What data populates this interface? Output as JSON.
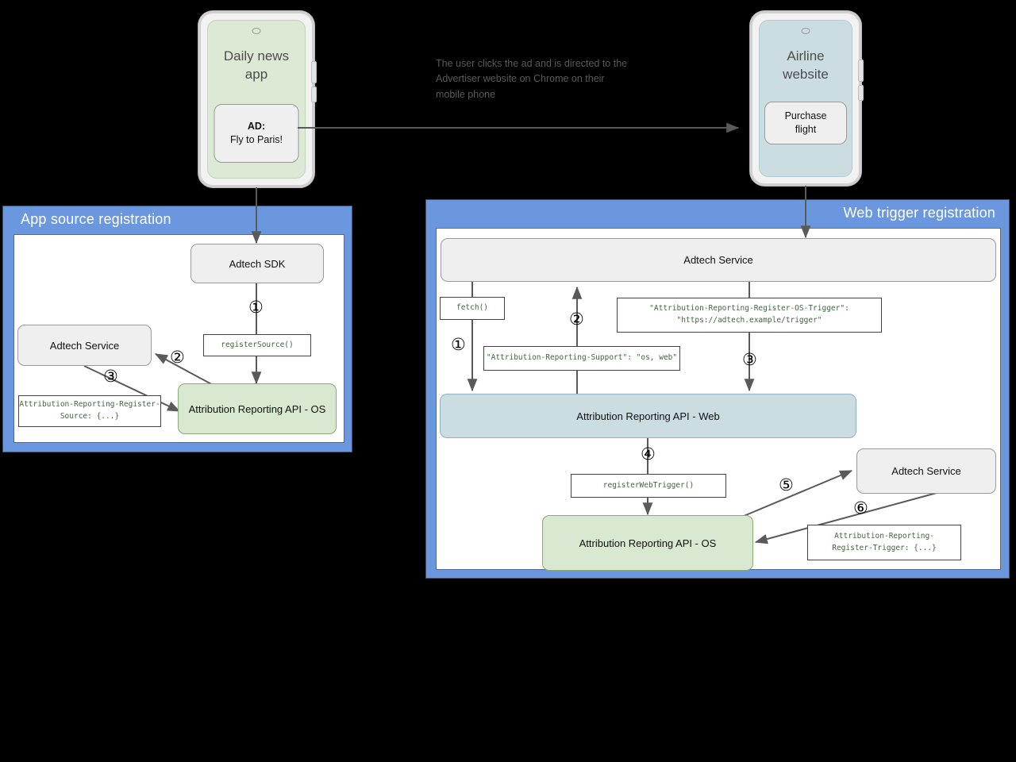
{
  "caption": "The user clicks the ad and is directed to the Advertiser website on Chrome on their mobile phone",
  "phones": {
    "left": {
      "title": "Daily news app",
      "ad_line1": "AD:",
      "ad_line2": "Fly to Paris!"
    },
    "right": {
      "title": "Airline website",
      "cta_line1": "Purchase",
      "cta_line2": "flight"
    }
  },
  "left_panel": {
    "title": "App source registration",
    "nodes": {
      "sdk": "Adtech SDK",
      "adtech_service": "Adtech Service",
      "api_os": "Attribution Reporting API - OS"
    },
    "codes": {
      "register_source": "registerSource()",
      "register_source_header_l1": "Attribution-Reporting-Register-",
      "register_source_header_l2": "Source: {...}"
    },
    "steps": {
      "s1": "①",
      "s2": "②",
      "s3": "③"
    }
  },
  "right_panel": {
    "title": "Web trigger registration",
    "nodes": {
      "adtech_service_top": "Adtech Service",
      "api_web": "Attribution Reporting API - Web",
      "api_os": "Attribution Reporting API - OS",
      "adtech_service_bottom": "Adtech Service"
    },
    "codes": {
      "fetch": "fetch()",
      "os_trigger_l1": "\"Attribution-Reporting-Register-OS-Trigger\":",
      "os_trigger_l2": "\"https://adtech.example/trigger\"",
      "support": "\"Attribution-Reporting-Support\": \"os, web\"",
      "register_web_trigger": "registerWebTrigger()",
      "register_trigger_l1": "Attribution-Reporting-",
      "register_trigger_l2": "Register-Trigger: {...}"
    },
    "steps": {
      "s1": "①",
      "s2": "②",
      "s3": "③",
      "s4": "④",
      "s5": "⑤",
      "s6": "⑥"
    }
  },
  "colors": {
    "panel_blue": "#6a97dd",
    "node_grey": "#efefef",
    "node_green": "#d9e8d0",
    "node_bluegrey": "#ccdde2",
    "code_text_green": "#41663f",
    "arrow_grey": "#5a5a5a",
    "background": "#000000"
  }
}
